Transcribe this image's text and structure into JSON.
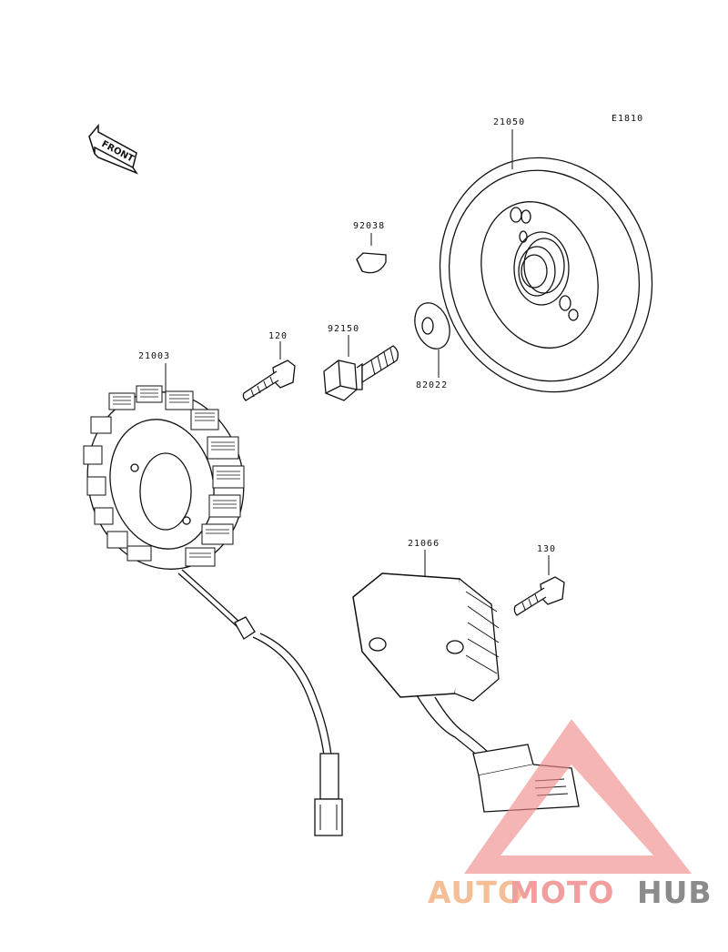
{
  "diagram_code": "E1810",
  "front_label": "FRONT",
  "parts": {
    "flywheel": "21050",
    "key": "92038",
    "washer": "82022",
    "flywheel_bolt": "92150",
    "stator_bolt": "120",
    "stator": "21003",
    "regulator": "21066",
    "regulator_bolt": "130"
  },
  "watermark": {
    "part1": "AUTO",
    "part2": "MOTO",
    "part3": "HUB",
    "colors": {
      "auto": "#f3b585",
      "moto": "#f28e8e",
      "hub": "#777777",
      "triangle": "#f08b8b"
    }
  }
}
